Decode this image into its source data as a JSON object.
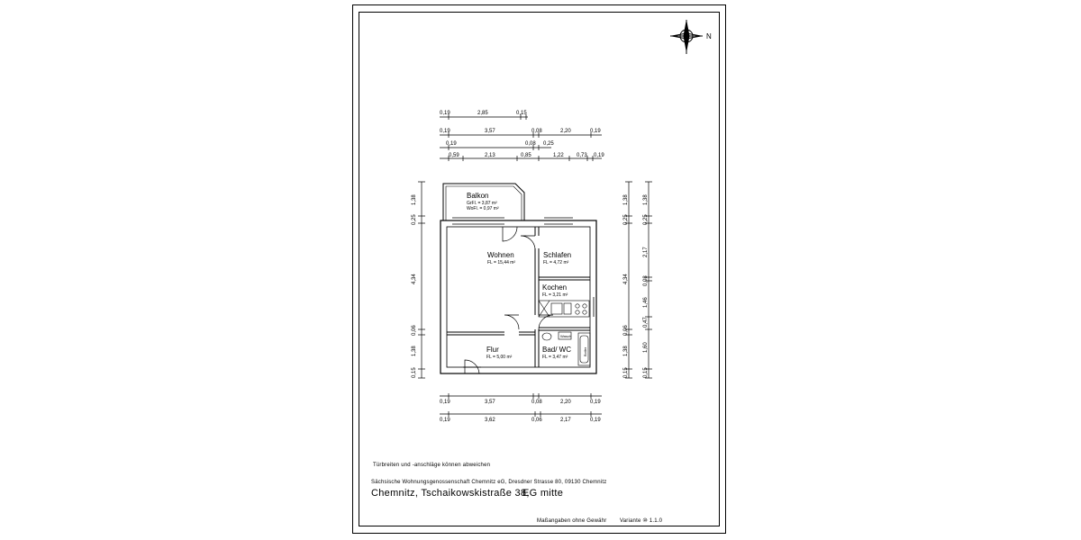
{
  "north_label": "N",
  "dims": {
    "top_row1": [
      "0,19",
      "2,85",
      "0,15"
    ],
    "top_row2": [
      "0,19",
      "3,57",
      "0,08",
      "2,20",
      "0,19"
    ],
    "top_row3": [
      "0,19",
      "0,08",
      "0,25"
    ],
    "top_row4": [
      "0,59",
      "2,13",
      "0,85",
      "1,22",
      "0,73",
      "0,19"
    ],
    "left_col": [
      "1,38",
      "0,25",
      "4,34",
      "0,06",
      "1,38",
      "0,15"
    ],
    "right_col1": [
      "1,38",
      "0,25",
      "4,34",
      "0,06",
      "1,38",
      "0,15"
    ],
    "right_col2": [
      "1,38",
      "0,25",
      "2,17",
      "0,08",
      "1,46",
      "0,47",
      "1,60",
      "0,15"
    ],
    "bottom_row1": [
      "0,19",
      "3,57",
      "0,08",
      "2,20",
      "0,19"
    ],
    "bottom_row2": [
      "0,19",
      "3,62",
      "0,06",
      "2,17",
      "0,19"
    ]
  },
  "rooms": {
    "balkon": {
      "name": "Balkon",
      "area1": "GrFl. = 3,87 m²",
      "area2": "WoFl. = 0,97 m²"
    },
    "wohnen": {
      "name": "Wohnen",
      "area": "FL = 15,44 m²"
    },
    "schlafen": {
      "name": "Schlafen",
      "area": "FL = 4,72 m²"
    },
    "kochen": {
      "name": "Kochen",
      "area": "FL = 3,21 m²"
    },
    "flur": {
      "name": "Flur",
      "area": "FL = 5,00 m²"
    },
    "bad": {
      "name": "Bad/ WC",
      "area": "FL = 3,47 m²"
    }
  },
  "fixtures": {
    "washer": "Wasch",
    "boiler": "Boiler"
  },
  "notes": {
    "disclaimer": "Türbreiten und -anschläge können abweichen",
    "company": "Sächsische Wohnungsgenossenschaft Chemnitz eG, Dresdner Strasse 80, 09130 Chemnitz",
    "address": "Chemnitz, Tschaikowskistraße 38,",
    "floor": "EG mitte",
    "measure": "Maßangaben ohne Gewähr",
    "variant": "Variante ⑩ 1.1.0"
  }
}
